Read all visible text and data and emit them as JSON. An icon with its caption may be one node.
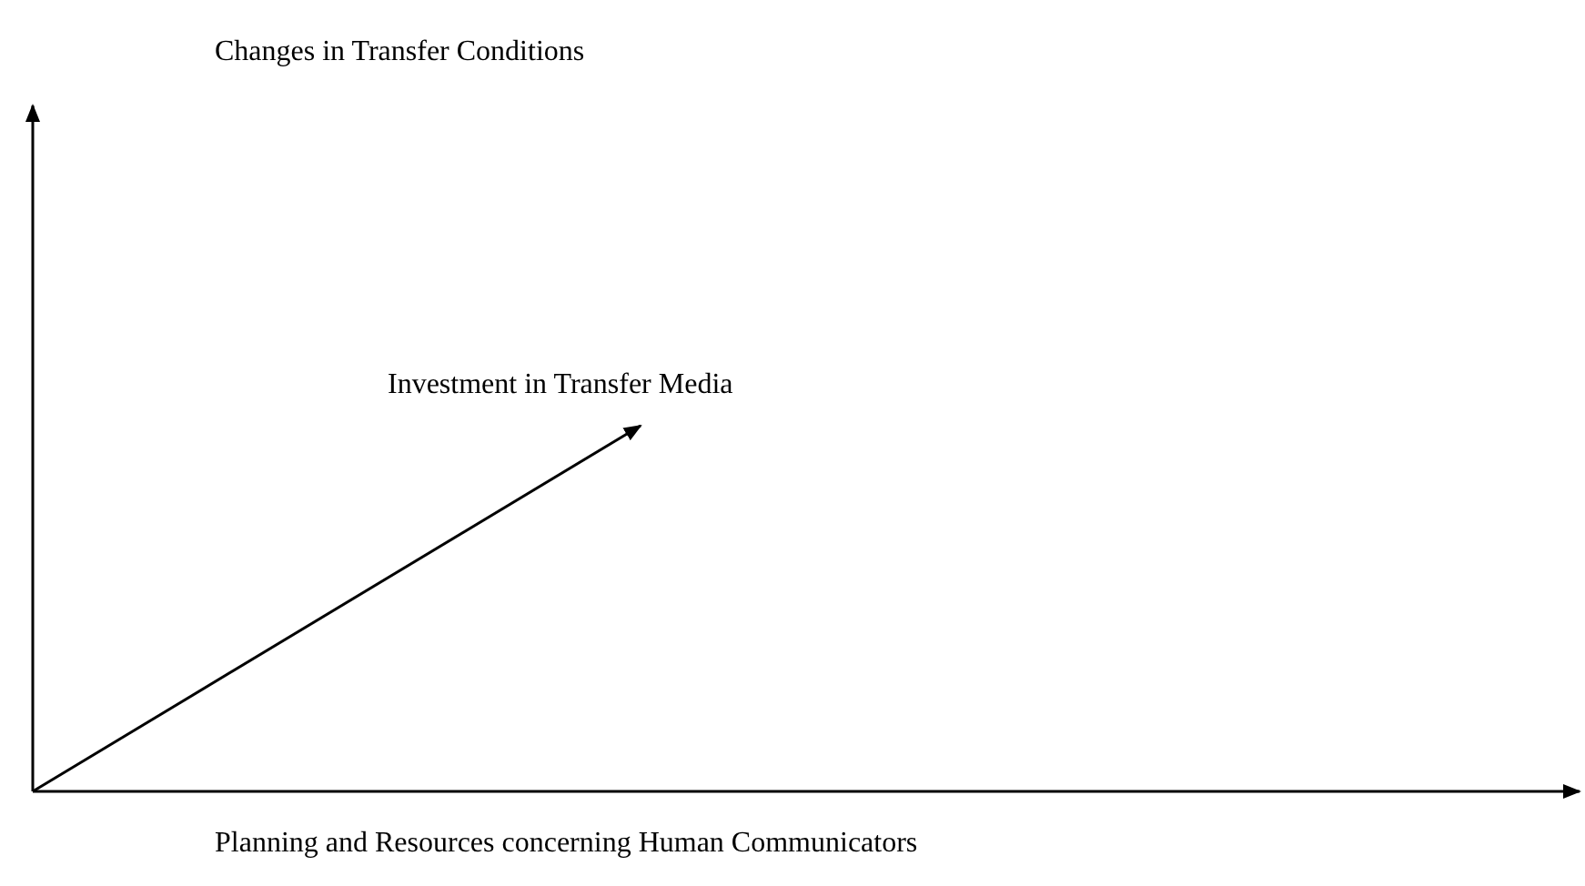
{
  "diagram": {
    "labels": [
      "Changes in Transfer Conditions",
      "Investment in Transfer Media",
      "Planning and Resources concerning Human Communicators"
    ]
  }
}
